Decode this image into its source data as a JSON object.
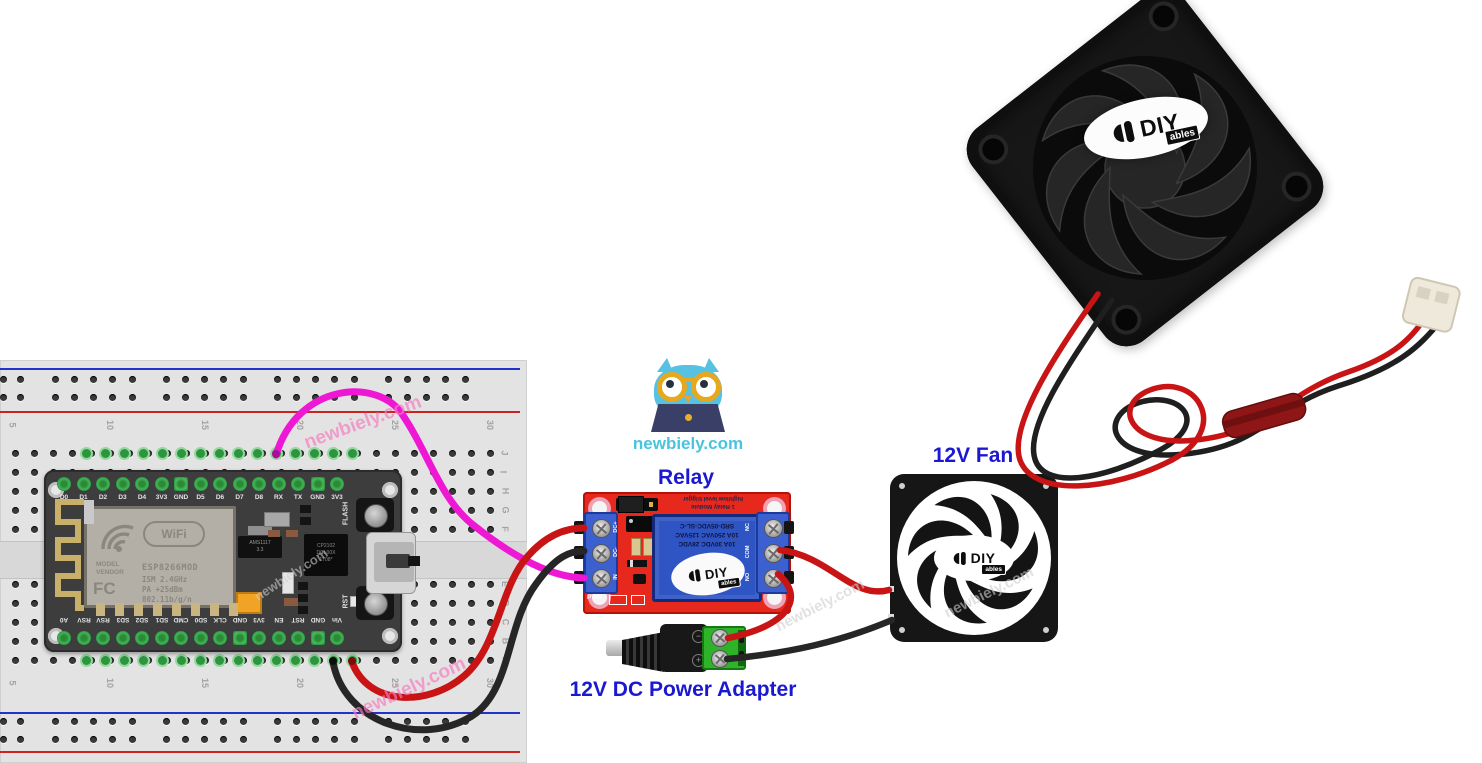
{
  "site": {
    "name": "newbiely.com"
  },
  "watermark": "newbiely.com",
  "labels": {
    "relay": "Relay",
    "fan": "12V Fan",
    "power_adapter": "12V DC Power Adapter"
  },
  "diyables": {
    "diy": "DIY",
    "ables": "ables"
  },
  "breadboard": {
    "column_numbers": [
      "5",
      "10",
      "15",
      "20",
      "25",
      "30"
    ],
    "row_letters_top": [
      "J",
      "I",
      "H",
      "G",
      "F"
    ],
    "row_letters_bottom": [
      "E",
      "D",
      "C",
      "B",
      "A"
    ]
  },
  "nodemcu": {
    "top_pins": [
      "D0",
      "D1",
      "D2",
      "D3",
      "D4",
      "3V3",
      "GND",
      "D5",
      "D6",
      "D7",
      "D8",
      "RX",
      "TX",
      "GND",
      "3V3"
    ],
    "bottom_pins": [
      "A0",
      "RSV",
      "RSV",
      "SD3",
      "SD2",
      "SD1",
      "CMD",
      "SD0",
      "CLK",
      "GND",
      "3V3",
      "EN",
      "RST",
      "GND",
      "Vin"
    ],
    "module": {
      "wifi": "WiFi",
      "maker_lines": [
        "MODEL",
        "VENDOR"
      ],
      "chip": "ESP8266MOD",
      "fcc": "FC",
      "spec_lines": [
        "ISM 2.4GHz",
        "PA  +25dBm",
        "802.11b/g/n"
      ]
    },
    "regulator_lines": [
      "AMS1117",
      "3.3"
    ],
    "usb_chip_lines": [
      "CP2102",
      "DCL00X",
      "1708*"
    ],
    "flash_label": "FLASH",
    "rst_label": "RST"
  },
  "relay": {
    "header_lines": [
      "1 Relay Module",
      "high/low level trigger"
    ],
    "relay_lines": [
      "10A 30VDC 28VDC",
      "10A 250VAC 125VAC",
      "SRD-05VDC-SL-C"
    ],
    "left_terminals": [
      "DC+",
      "DC-",
      "IN"
    ],
    "right_terminals": [
      "NC",
      "COM",
      "NO"
    ],
    "pwr": "PWR"
  },
  "colors": {
    "label_blue": "#1b18d2",
    "logo_cyan": "#49c4de",
    "watermark_pink": "#f47ac0",
    "relay_board_red": "#e6281d",
    "terminal_blue": "#3c60d0",
    "adapter_green": "#2fb32a",
    "wire_red": "#c81414",
    "wire_black": "#222222",
    "wire_magenta": "#ee18d4",
    "breadboard_green_hole": "#2e9440"
  }
}
